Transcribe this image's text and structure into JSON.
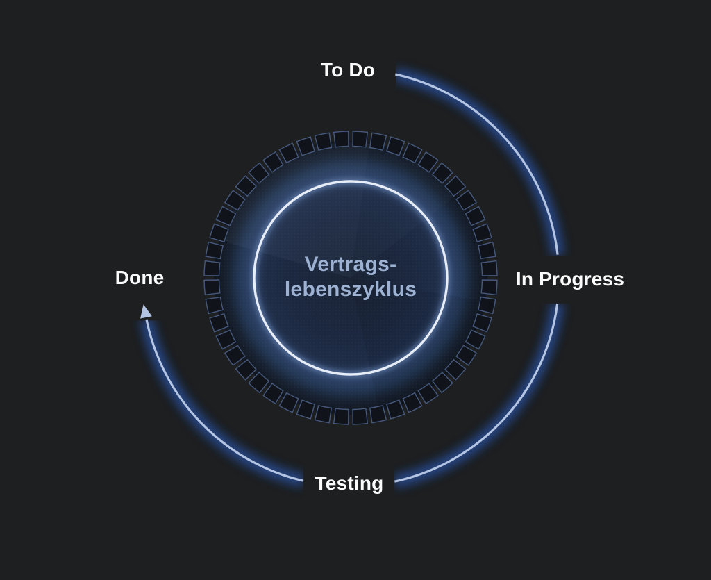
{
  "page": {
    "background": "#1e1f21"
  },
  "diagram": {
    "center": {
      "line1": "Vertrags-",
      "line2": "lebenszyklus"
    },
    "stages": [
      {
        "label": "To Do",
        "position": "top"
      },
      {
        "label": "In Progress",
        "position": "right"
      },
      {
        "label": "Testing",
        "position": "bottom"
      },
      {
        "label": "Done",
        "position": "left"
      }
    ],
    "colors": {
      "background": "#1e1f21",
      "label_text": "#fbfbfb",
      "center_text": "#9db2d2",
      "inner_ring": "#e8eef8",
      "inner_ring_glow": "#86a6da",
      "arc_line": "#b4c4e3",
      "arc_glow_outer": "#1d3f80",
      "arc_glow_inner": "#3c5f9f",
      "tick_stroke": "#46597d",
      "tick_fill": "#10141a",
      "disc_core": "#1a2435",
      "disc_band": "#2d4267",
      "disc_edge": "#10141c"
    }
  }
}
